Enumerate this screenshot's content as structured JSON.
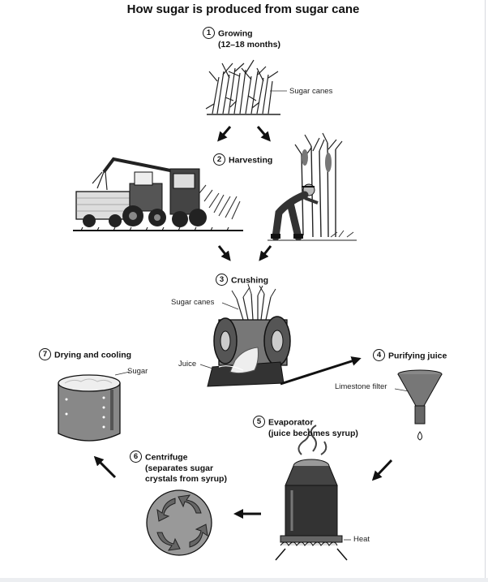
{
  "title": "How sugar is produced from sugar cane",
  "steps": [
    {
      "number": "1",
      "name": "Growing",
      "detail": "(12–18 months)"
    },
    {
      "number": "2",
      "name": "Harvesting"
    },
    {
      "number": "3",
      "name": "Crushing"
    },
    {
      "number": "4",
      "name": "Purifying juice"
    },
    {
      "number": "5",
      "name": "Evaporator",
      "detail": "(juice becomes syrup)"
    },
    {
      "number": "6",
      "name": "Centrifuge",
      "detail_line1": "(separates sugar",
      "detail_line2": "crystals from syrup)"
    },
    {
      "number": "7",
      "name": "Drying and cooling"
    }
  ],
  "labels": {
    "sugar_canes_growing": "Sugar canes",
    "sugar_canes_crushing": "Sugar canes",
    "juice": "Juice",
    "limestone_filter": "Limestone filter",
    "heat": "Heat",
    "sugar": "Sugar"
  },
  "icons": [
    "sugar-cane-icon",
    "tractor-harvester-icon",
    "farmer-cutting-icon",
    "crusher-icon",
    "funnel-filter-icon",
    "evaporator-icon",
    "centrifuge-icon",
    "drum-dryer-icon",
    "arrow-icon"
  ],
  "colors": {
    "ink": "#111111",
    "metal": "#555555",
    "light_metal": "#9a9a9a"
  }
}
